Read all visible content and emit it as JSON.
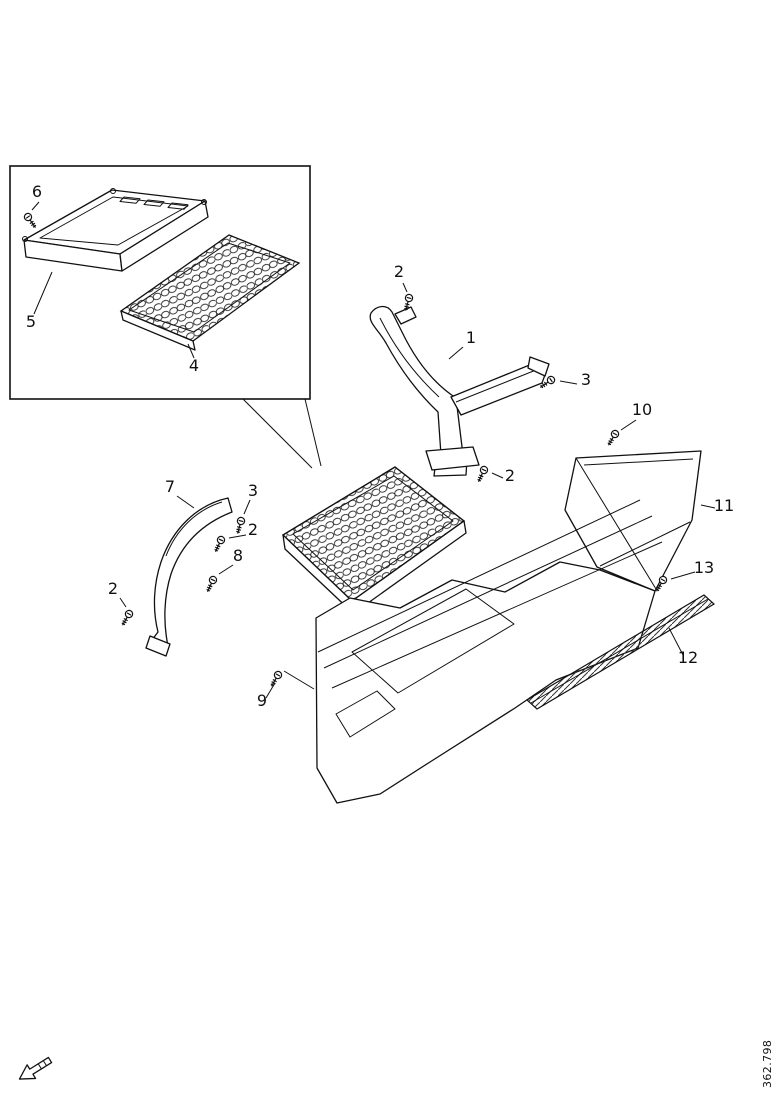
{
  "figure": {
    "number": "362.798"
  },
  "colors": {
    "line": "#111111",
    "background": "#ffffff"
  },
  "callouts": [
    {
      "label": "6"
    },
    {
      "label": "5"
    },
    {
      "label": "4"
    },
    {
      "label": "2"
    },
    {
      "label": "1"
    },
    {
      "label": "3"
    },
    {
      "label": "2"
    },
    {
      "label": "10"
    },
    {
      "label": "11"
    },
    {
      "label": "13"
    },
    {
      "label": "12"
    },
    {
      "label": "7"
    },
    {
      "label": "3"
    },
    {
      "label": "2"
    },
    {
      "label": "8"
    },
    {
      "label": "2"
    },
    {
      "label": "9"
    }
  ]
}
